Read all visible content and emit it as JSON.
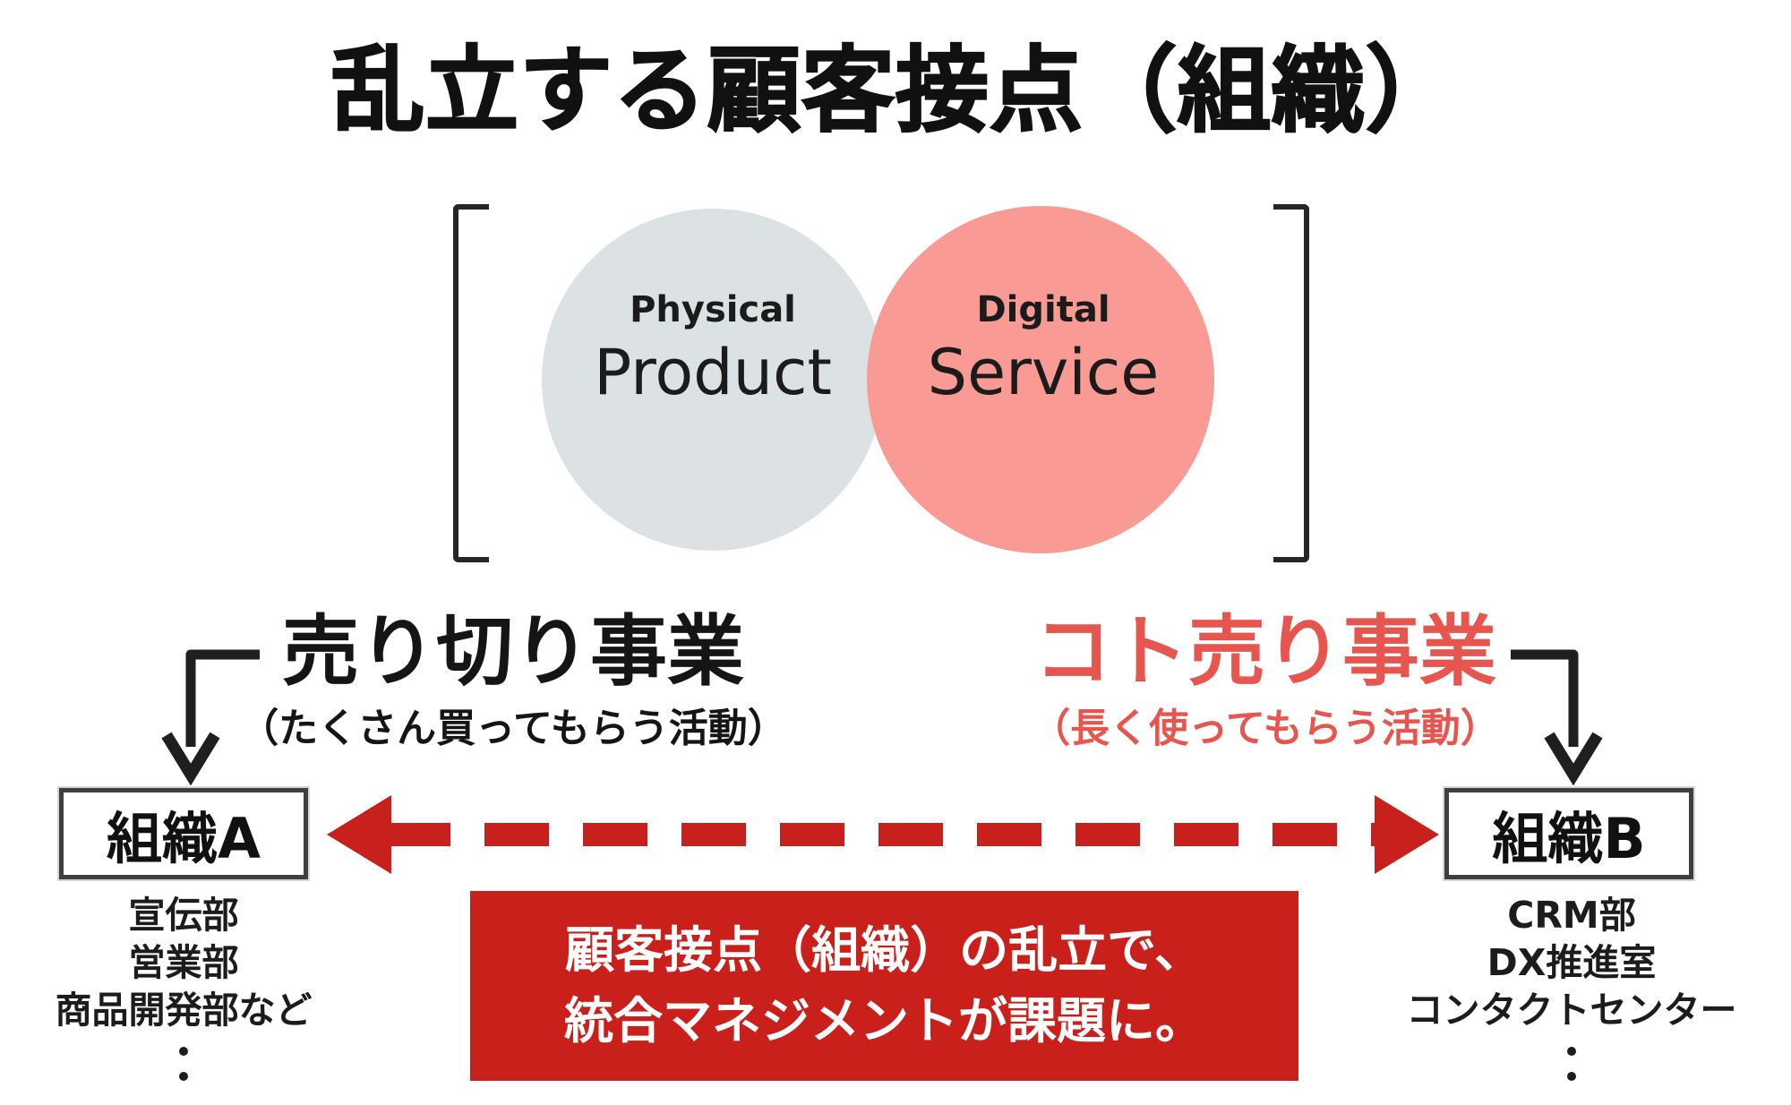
{
  "title": "乱立する顧客接点（組織）",
  "venn": {
    "physical": {
      "eyebrow": "Physical",
      "label": "Product"
    },
    "digital": {
      "eyebrow": "Digital",
      "label": "Service"
    }
  },
  "sell_once": {
    "label": "売り切り事業",
    "note": "（たくさん買ってもらう活動）"
  },
  "sell_koto": {
    "label": "コト売り事業",
    "note": "（長く使ってもらう活動）"
  },
  "org_a": {
    "name": "組織A",
    "departments": [
      "宣伝部",
      "営業部",
      "商品開発部など"
    ]
  },
  "org_b": {
    "name": "組織B",
    "departments": [
      "CRM部",
      "DX推進室",
      "コンタクトセンター"
    ]
  },
  "callout": {
    "line1": "顧客接点（組織）の乱立で、",
    "line2": "統合マネジメントが課題に。"
  },
  "colors": {
    "accent_red": "#c9201c",
    "salmon_text": "#e7564e",
    "circle_pink": "#f99b94",
    "circle_gray": "#dce1e4",
    "ink": "#1b1b1b"
  }
}
